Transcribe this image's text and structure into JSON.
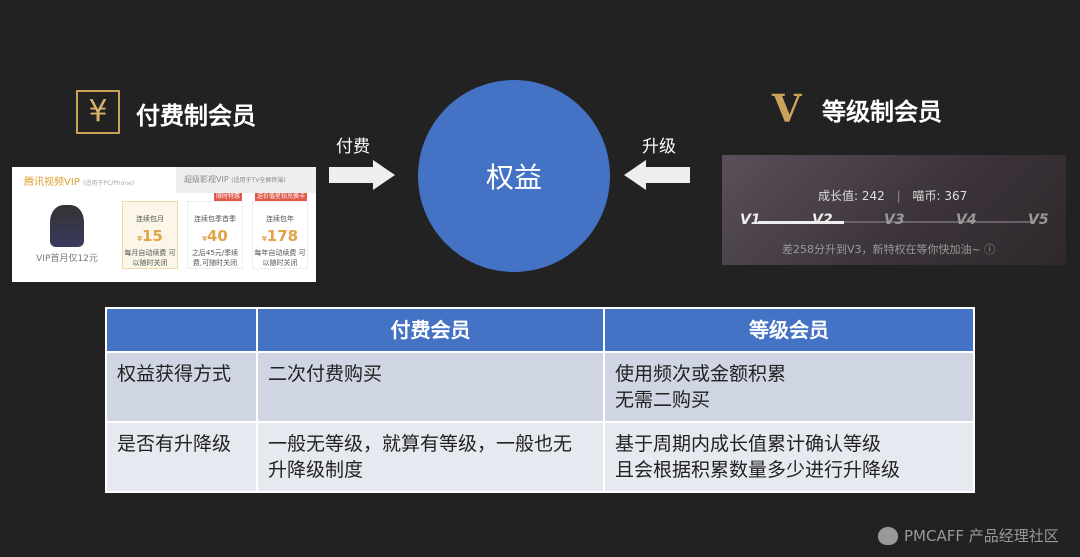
{
  "left": {
    "icon": "yen-icon",
    "symbol": "¥",
    "title": "付费制会员",
    "screenshot": {
      "brand": "腾讯视频VIP",
      "brand_note": "(适用于PC/Phone)",
      "tab2": "超级影视VIP",
      "tab2_note": "(适用于TV全屏终端)",
      "promo": "VIP首月仅12元",
      "plans": [
        {
          "name": "连续包月",
          "price": "15",
          "desc": "每月自动续费 可以随时关闭",
          "tag": ""
        },
        {
          "name": "连续包季首季",
          "price": "40",
          "desc": "之后45元/季续费,可随时关闭",
          "tag": "限时特惠"
        },
        {
          "name": "连续包年",
          "price": "178",
          "desc": "每年自动续费 可以随时关闭",
          "tag": "送价值星钻兑换卡"
        }
      ],
      "currency": "¥"
    }
  },
  "center": {
    "label": "权益",
    "left_arrow": "付费",
    "right_arrow": "升级"
  },
  "right": {
    "logo": "V",
    "title": "等级制会员",
    "screenshot": {
      "growth": "成长值: 242",
      "coins": "喵币: 367",
      "levels": [
        "V1",
        "V2",
        "V3",
        "V4",
        "V5"
      ],
      "current_level": 2,
      "hint": "差258分升到V3，新特权在等你快加油~ ⓘ"
    }
  },
  "table": {
    "headers": [
      "",
      "付费会员",
      "等级会员"
    ],
    "rows": [
      [
        "权益获得方式",
        "二次付费购买",
        "使用频次或金额积累\n无需二购买"
      ],
      [
        "是否有升降级",
        "一般无等级，就算有等级，一般也无升降级制度",
        "基于周期内成长值累计确认等级\n且会根据积累数量多少进行升降级"
      ]
    ]
  },
  "watermark": "PMCAFF 产品经理社区",
  "colors": {
    "accent_blue": "#4472c4",
    "gold": "#c9a35a",
    "background": "#222222"
  }
}
